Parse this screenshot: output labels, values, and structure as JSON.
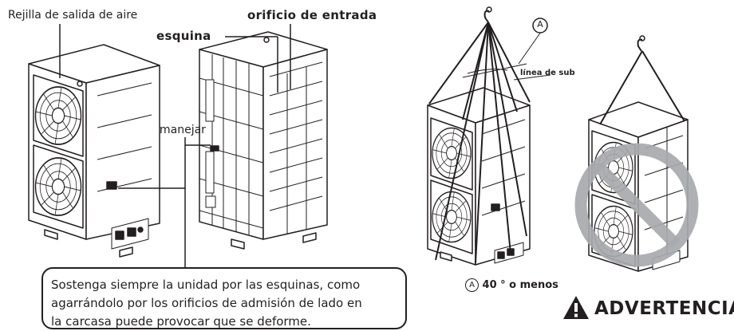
{
  "labels": {
    "rejilla": "Rejilla de salida de aire",
    "orificio": "orificio de entrada",
    "esquina": "esquina",
    "manejar": "manejar",
    "marker_a": "A",
    "linea_sub": "línea de sub"
  },
  "callout": {
    "line1": "Sostenga siempre la unidad por las esquinas, como",
    "line2": "agarrándolo por los orificios de admisión de lado en",
    "line3": "la carcasa puede provocar que se deforme."
  },
  "note": {
    "marker": "A",
    "text": "40 ° o menos"
  },
  "warning": {
    "icon": "warning-triangle-icon",
    "text": "ADVERTENCIA"
  },
  "colors": {
    "line": "#231f20",
    "prohibit": "#a7a9ac"
  }
}
